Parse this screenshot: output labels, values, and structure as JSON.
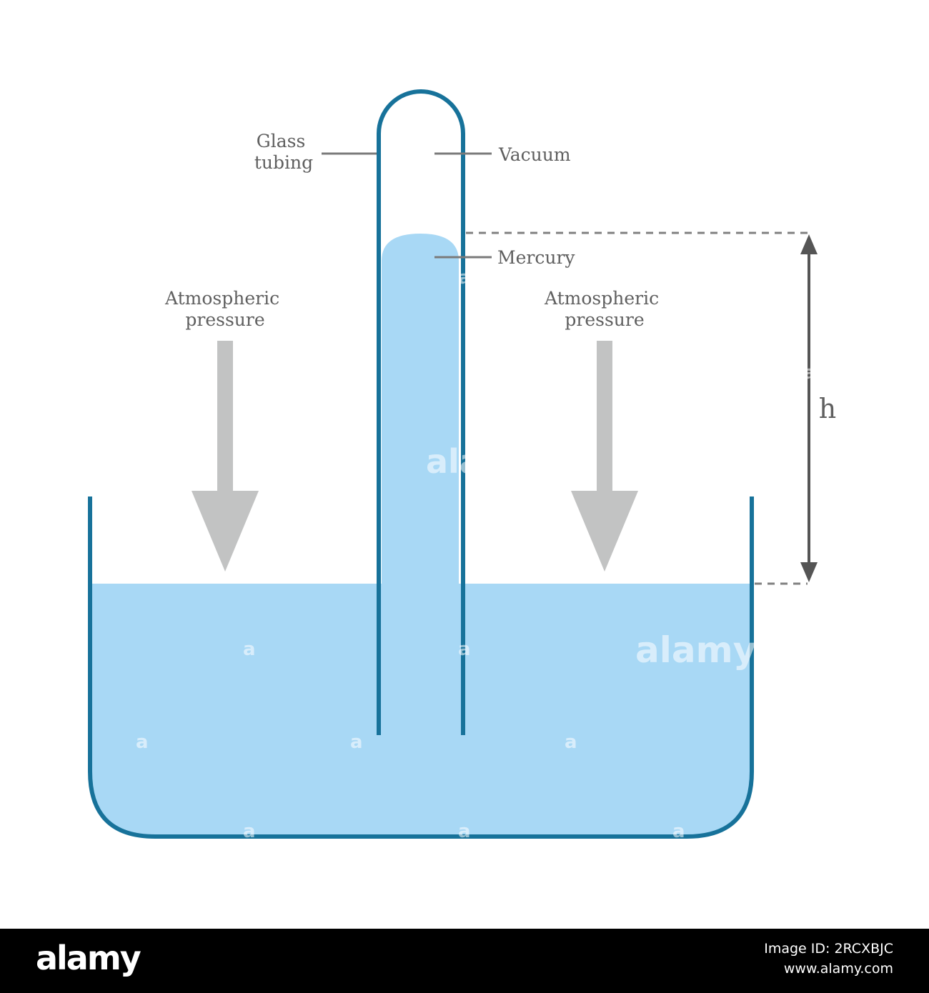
{
  "labels": {
    "glass_tubing_line1": "Glass",
    "glass_tubing_line2": "tubing",
    "vacuum": "Vacuum",
    "mercury": "Mercury",
    "atm_left_line1": "Atmospheric",
    "atm_left_line2": "pressure",
    "atm_right_line1": "Atmospheric",
    "atm_right_line2": "pressure",
    "height": "h"
  },
  "watermark": {
    "text": "alamy",
    "mark": "a"
  },
  "footer": {
    "logo": "alamy",
    "image_id": "Image ID: 2RCXBJC",
    "site": "www.alamy.com"
  },
  "colors": {
    "mercury": "#a8d8f5",
    "glass": "#17729a",
    "arrow": "#c2c3c3",
    "label": "#5f5f5f",
    "leader": "#7a7a7a"
  }
}
